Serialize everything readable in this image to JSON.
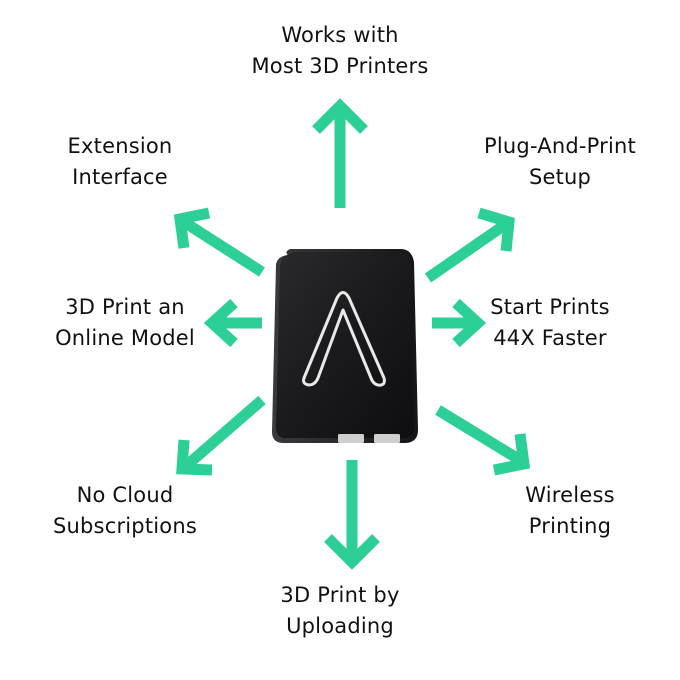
{
  "accent_color": "#2ccf96",
  "device": {
    "logo_icon": "lambda-chevron-logo-icon",
    "body_color": "#1c1c1e"
  },
  "features": {
    "top": [
      "Works with",
      "Most 3D Printers"
    ],
    "top_left": [
      "Extension",
      "Interface"
    ],
    "top_right": [
      "Plug-And-Print",
      "Setup"
    ],
    "left": [
      "3D Print an",
      "Online Model"
    ],
    "right": [
      "Start Prints",
      "44X Faster"
    ],
    "bottom_left": [
      "No Cloud",
      "Subscriptions"
    ],
    "bottom_right": [
      "Wireless",
      "Printing"
    ],
    "bottom": [
      "3D Print by",
      "Uploading"
    ]
  }
}
